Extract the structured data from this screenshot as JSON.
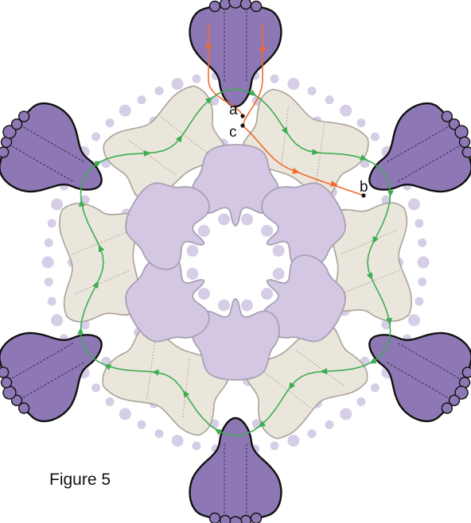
{
  "figure": {
    "caption": "Figure 5",
    "points": {
      "a": "a",
      "b": "b",
      "c": "c"
    }
  },
  "colors": {
    "outer_lobe": "#8d78b5",
    "inner_lobe": "#d3c7e3",
    "beige": "#ebe6dc",
    "circle": "#d6cde6",
    "orange_path": "#f26a2e",
    "green_path": "#3cae52"
  }
}
